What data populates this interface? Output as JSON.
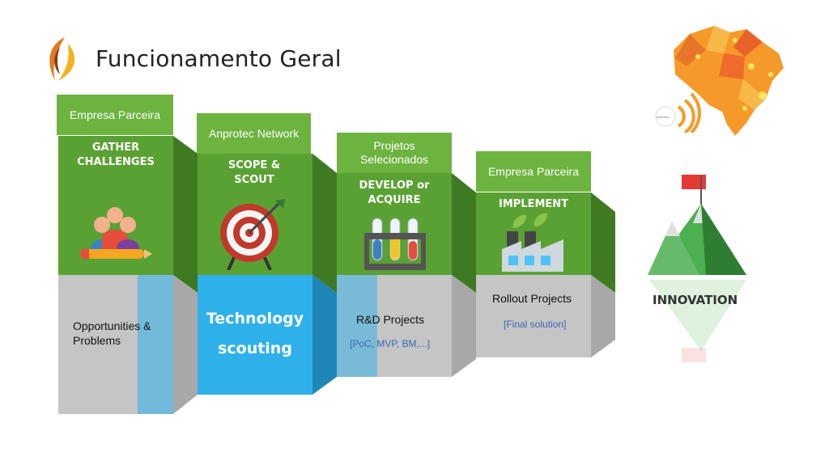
{
  "title": "Funcionamento Geral",
  "innovation_label": "INNOVATION",
  "badge_text": "anprotec",
  "colors": {
    "green": "#5aa133",
    "tag_green": "#6db33f",
    "blue": "#2eb1ea",
    "gray": "#c5c5c5",
    "orange": "#f5a623"
  },
  "steps": [
    {
      "tag": "Empresa Parceira",
      "heading": "GATHER CHALLENGES",
      "icon": "people-pencil-icon",
      "body": "Opportunities & Problems"
    },
    {
      "tag": "Anprotec Network",
      "heading": "SCOPE & SCOUT",
      "icon": "target-arrow-icon",
      "body": "Technology scouting"
    },
    {
      "tag": "Projetos Selecionados",
      "heading": "DEVELOP or ACQUIRE",
      "icon": "test-tubes-icon",
      "body": "R&D Projects",
      "sub": "[PoC, MVP, BM,...]"
    },
    {
      "tag": "Empresa Parceira",
      "heading": "IMPLEMENT",
      "icon": "factory-icon",
      "body": "Rollout Projects",
      "sub": "[Final solution]"
    }
  ]
}
